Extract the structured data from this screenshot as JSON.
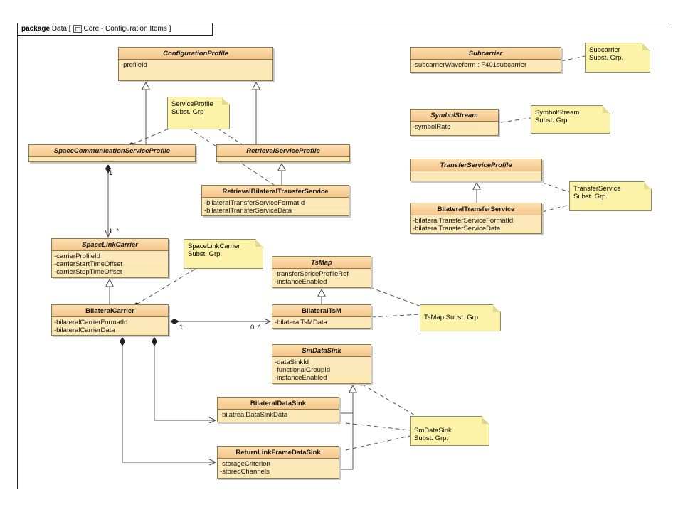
{
  "package": {
    "keyword": "package",
    "name": "Data",
    "stereotype": "Core - Configuration Items",
    "open_bracket": "[",
    "close_bracket": "]"
  },
  "classes": [
    {
      "key": "configurationprofile",
      "name": "ConfigurationProfile",
      "abstract": true,
      "attributes": [
        "-profileId"
      ]
    },
    {
      "key": "subcarrier",
      "name": "Subcarrier",
      "abstract": true,
      "attributes": [
        "-subcarrierWaveform : F401subcarrier"
      ]
    },
    {
      "key": "symbolstream",
      "name": "SymbolStream",
      "abstract": true,
      "attributes": [
        "-symbolRate"
      ]
    },
    {
      "key": "spacecommunicationserviceprofile",
      "name": "SpaceCommunicationServiceProfile",
      "abstract": true,
      "attributes": []
    },
    {
      "key": "retrievalserviceprofile",
      "name": "RetrievalServiceProfile",
      "abstract": true,
      "attributes": []
    },
    {
      "key": "retrievalbilateraltransferservice",
      "name": "RetrievalBilateralTransferService",
      "abstract": false,
      "attributes": [
        "-bilateralTransferServiceFormatId",
        "-bilateralTransferServiceData"
      ]
    },
    {
      "key": "transferserviceprofile",
      "name": "TransferServiceProfile",
      "abstract": true,
      "attributes": []
    },
    {
      "key": "bilateraltransferservice",
      "name": "BilateralTransferService",
      "abstract": false,
      "attributes": [
        "-bilateralTransferServiceFormatId",
        "-bilateralTransferServiceData"
      ]
    },
    {
      "key": "spacelinkcarrier",
      "name": "SpaceLinkCarrier",
      "abstract": true,
      "attributes": [
        "-carrierProfileId",
        "-carrierStartTimeOffset",
        "-carrierStopTimeOffset"
      ]
    },
    {
      "key": "tsmap",
      "name": "TsMap",
      "abstract": true,
      "attributes": [
        "-transferSericeProfileRef",
        "-instanceEnabled"
      ]
    },
    {
      "key": "bilateralcarrier",
      "name": "BilateralCarrier",
      "abstract": false,
      "attributes": [
        "-bilateralCarrierFormatId",
        "-bilateralCarrierData"
      ]
    },
    {
      "key": "bilateraltsm",
      "name": "BilateralTsM",
      "abstract": false,
      "attributes": [
        "-bilateralTsMData"
      ]
    },
    {
      "key": "smdatasink",
      "name": "SmDataSink",
      "abstract": true,
      "attributes": [
        "-dataSinkId",
        "-functionalGroupId",
        "-instanceEnabled"
      ]
    },
    {
      "key": "bilateraldatasink",
      "name": "BilateralDataSink",
      "abstract": false,
      "attributes": [
        "-bilatrealDataSinkData"
      ]
    },
    {
      "key": "returnlinkframedatasink",
      "name": "ReturnLinkFrameDataSink",
      "abstract": false,
      "attributes": [
        "-storageCriterion",
        "-storedChannels"
      ]
    }
  ],
  "notes": [
    {
      "key": "serviceprofile",
      "lines": [
        "ServiceProfile",
        "Subst. Grp"
      ]
    },
    {
      "key": "subcarrier",
      "lines": [
        "Subcarrier",
        "Subst. Grp."
      ]
    },
    {
      "key": "symbolstream",
      "lines": [
        "SymbolStream",
        "Subst. Grp."
      ]
    },
    {
      "key": "transferservice",
      "lines": [
        "TransferService",
        "Subst. Grp."
      ]
    },
    {
      "key": "spacelinkcarrier",
      "lines": [
        "SpaceLinkCarrier",
        "Subst. Grp."
      ]
    },
    {
      "key": "tsmap",
      "lines": [
        "TsMap Subst. Grp"
      ]
    },
    {
      "key": "smdatasink",
      "lines": [
        "SmDataSink",
        "Subst. Grp."
      ]
    }
  ],
  "multiplicities": [
    {
      "key": "scsp-end",
      "text": "1"
    },
    {
      "key": "slc-end",
      "text": "1..*"
    },
    {
      "key": "bc-end",
      "text": "1"
    },
    {
      "key": "tsm-end",
      "text": "0..*"
    }
  ],
  "colors": {
    "class_fill": "#fde9b4",
    "class_header": "#f5c58a",
    "note_fill": "#fdf3a8",
    "line": "#555555"
  }
}
